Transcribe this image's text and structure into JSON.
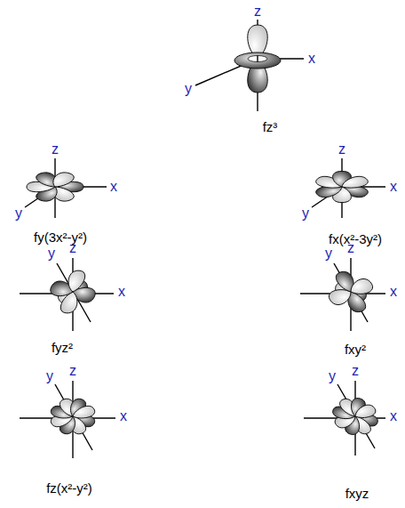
{
  "diagram": {
    "labels": [
      "z",
      "x",
      "y",
      "fz³",
      "z",
      "x",
      "y",
      "fy(3x²-y²)",
      "z",
      "x",
      "y",
      "fx(x²-3y²)",
      "y",
      "z",
      "x",
      "fyz²",
      "y",
      "z",
      "x",
      "fxy²",
      "y",
      "z",
      "x",
      "fz(x²-y²)",
      "y",
      "z",
      "x",
      "fxyz"
    ]
  }
}
